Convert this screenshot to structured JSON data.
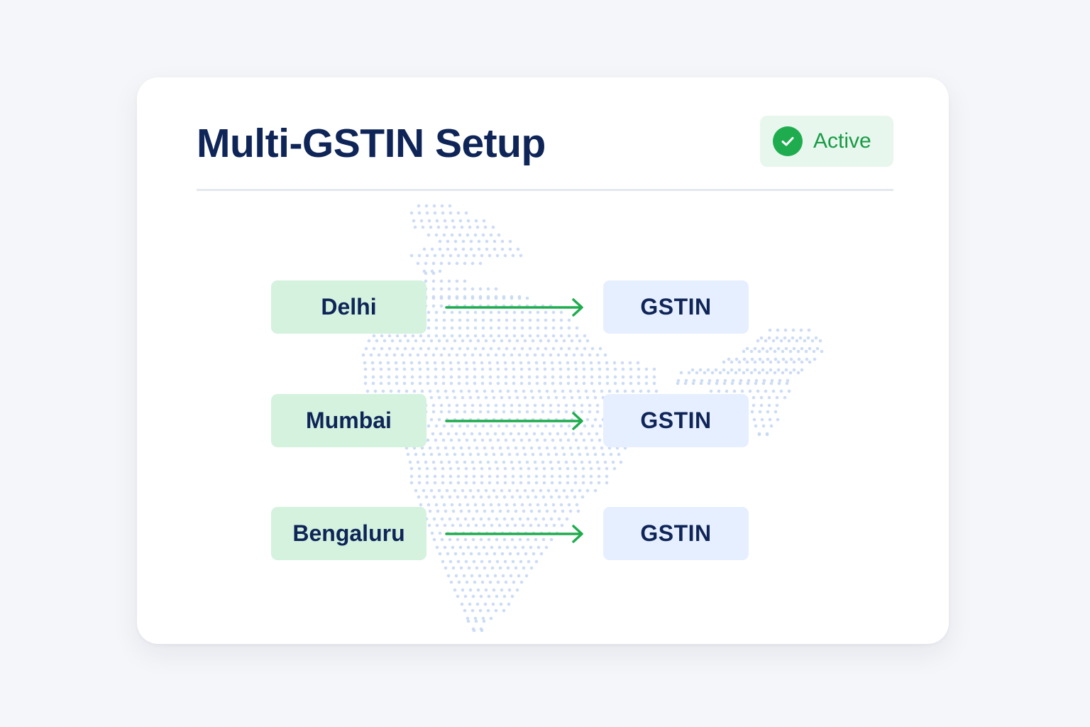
{
  "card": {
    "title": "Multi-GSTIN Setup",
    "status": {
      "label": "Active",
      "icon": "check-circle-icon",
      "color": "#1fac4f"
    }
  },
  "mappings": [
    {
      "location": "Delhi",
      "registration": "GSTIN"
    },
    {
      "location": "Mumbai",
      "registration": "GSTIN"
    },
    {
      "location": "Bengaluru",
      "registration": "GSTIN"
    }
  ],
  "background": {
    "illustration": "india-dot-map",
    "dot_color": "#c8d8f4"
  },
  "colors": {
    "title": "#0f2557",
    "location_fill": "#d4f2de",
    "gstin_fill": "#e6efff",
    "arrow": "#1fac4f",
    "badge_fill": "#e7f7ed"
  }
}
